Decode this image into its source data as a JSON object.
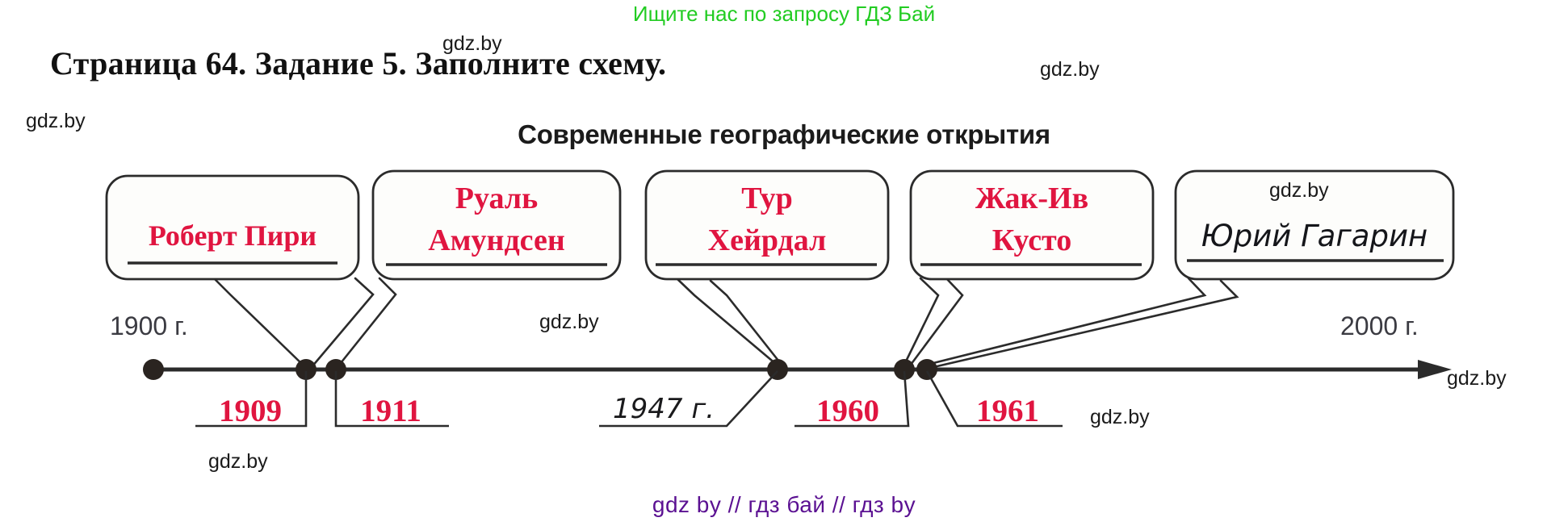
{
  "promo": {
    "top_banner": "Ищите нас по запросу ГДЗ Бай",
    "bottom_banner": "gdz by  //  гдз бай  //  гдз by",
    "top_color": "#22cc22",
    "bottom_color": "#5b1192"
  },
  "page": {
    "title": "Страница 64. Задание 5. Заполните схему."
  },
  "diagram": {
    "heading": "Современные географические открытия",
    "accent_color": "#e01540",
    "ink_color": "#1a1a1c",
    "boxes": [
      {
        "id": "box-robert-peary",
        "lines": [
          "Роберт Пири"
        ],
        "style": "printed"
      },
      {
        "id": "box-roald-amundsen",
        "lines": [
          "Руаль",
          "Амундсен"
        ],
        "style": "printed"
      },
      {
        "id": "box-thor-heyerdahl",
        "lines": [
          "Тур",
          "Хейрдал"
        ],
        "style": "printed"
      },
      {
        "id": "box-jacques-cousteau",
        "lines": [
          "Жак-Ив",
          "Кусто"
        ],
        "style": "printed"
      },
      {
        "id": "box-yuri-gagarin",
        "lines": [
          "Юрий Гагарин"
        ],
        "style": "handwritten"
      }
    ],
    "axis": {
      "start_label": "1900 г.",
      "end_label": "2000 г."
    },
    "year_markers": [
      {
        "id": "year-1909",
        "label": "1909",
        "style": "printed"
      },
      {
        "id": "year-1911",
        "label": "1911",
        "style": "printed"
      },
      {
        "id": "year-1947",
        "label": "1947 г.",
        "style": "handwritten"
      },
      {
        "id": "year-1960",
        "label": "1960",
        "style": "printed"
      },
      {
        "id": "year-1961",
        "label": "1961",
        "style": "printed"
      }
    ]
  },
  "watermarks": [
    {
      "id": "wm-1",
      "text": "gdz.by"
    },
    {
      "id": "wm-2",
      "text": "gdz.by"
    },
    {
      "id": "wm-3",
      "text": "gdz.by"
    },
    {
      "id": "wm-4",
      "text": "gdz.by"
    },
    {
      "id": "wm-5",
      "text": "gdz.by"
    },
    {
      "id": "wm-6",
      "text": "gdz.by"
    },
    {
      "id": "wm-7",
      "text": "gdz.by"
    },
    {
      "id": "wm-8",
      "text": "gdz.by"
    }
  ]
}
